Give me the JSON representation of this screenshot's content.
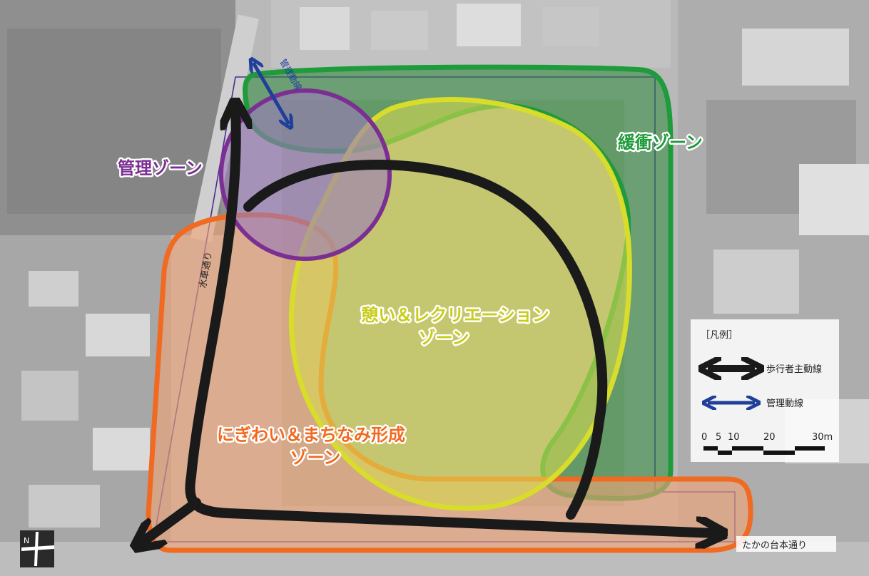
{
  "zones": {
    "management": {
      "label": "管理ゾーン",
      "color": "#7b2f93"
    },
    "buffer": {
      "label": "緩衝ゾーン",
      "color": "#1e9b3a"
    },
    "recreation": {
      "label_line1": "憩い＆レクリエーション",
      "label_line2": "ゾーン",
      "color": "#d8dc2a"
    },
    "bustle": {
      "label_line1": "にぎわい＆まちなみ形成",
      "label_line2": "ゾーン",
      "color": "#f06a21"
    }
  },
  "roads": {
    "west": "水車通り",
    "south": "たかの台本通り"
  },
  "management_route_label": "管理動線",
  "legend": {
    "title": "［凡例］",
    "pedestrian": "歩行者主動線",
    "management": "管理動線",
    "pedestrian_color": "#1a1a1a",
    "management_color": "#1f3f9a"
  },
  "scale": {
    "ticks": [
      "0",
      "5",
      "10",
      "20",
      "30m"
    ]
  },
  "north": {
    "label": "N"
  }
}
